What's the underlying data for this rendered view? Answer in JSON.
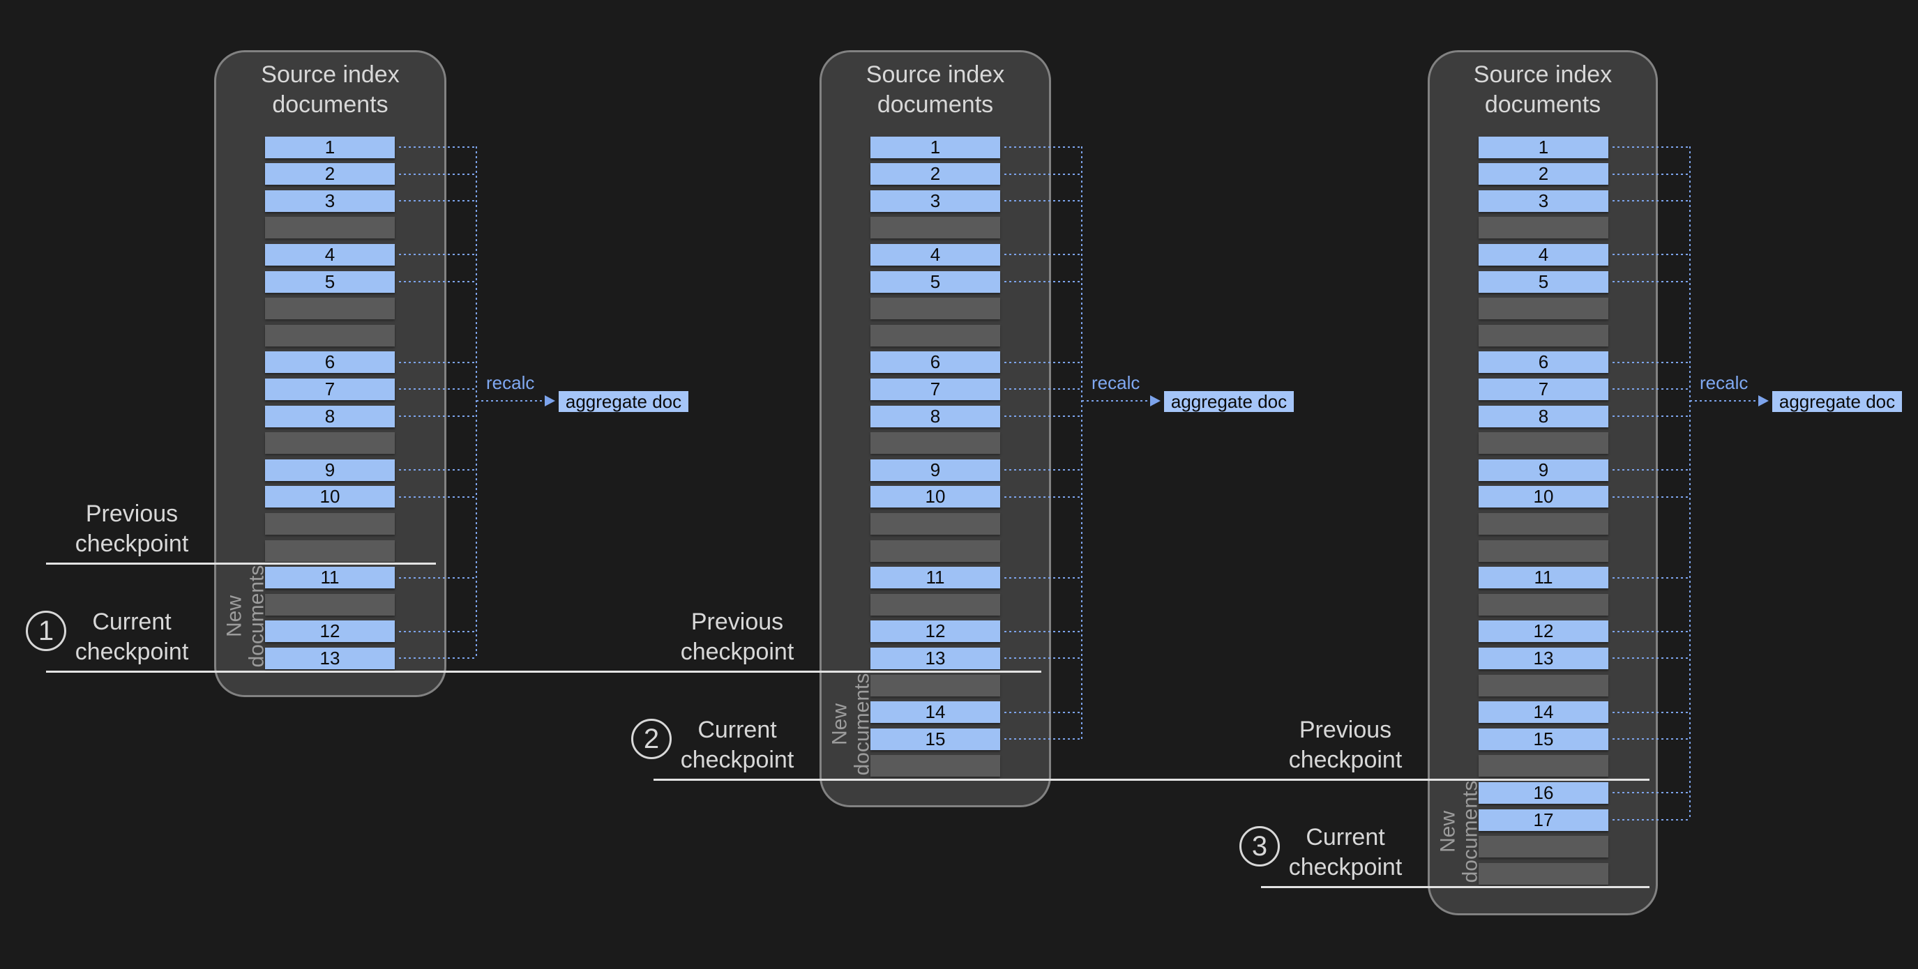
{
  "diagram": {
    "title_line1": "Source index",
    "title_line2": "documents",
    "recalc_label": "recalc",
    "aggregate_doc_label": "aggregate doc",
    "new_documents_line1": "New",
    "new_documents_line2": "documents",
    "previous_checkpoint_line1": "Previous",
    "previous_checkpoint_line2": "checkpoint",
    "current_checkpoint_line1": "Current",
    "current_checkpoint_line2": "checkpoint",
    "colors": {
      "background": "#1b1b1b",
      "panel_fill": "#3d3d3d",
      "panel_border": "#828282",
      "doc_bar_fill": "#9ec1f5",
      "gap_bar_fill": "#5a5a5a",
      "dotted_connector": "#7da4ec",
      "recalc_text": "#80a9f2",
      "aggregate_fill": "#a5c5f8",
      "checkpoint_line": "#e3e3e3",
      "label_text": "#d8d8d8",
      "new_documents_text": "#9c9c9c",
      "bar_text": "#0a0a0a"
    },
    "panels": [
      {
        "step_number": "1",
        "slots": [
          "1",
          "2",
          "3",
          "",
          "4",
          "5",
          "",
          "",
          "6",
          "7",
          "8",
          "",
          "9",
          "10",
          "",
          "",
          "11",
          "",
          "12",
          "13"
        ],
        "new_documents_start_slot": 16
      },
      {
        "step_number": "2",
        "slots": [
          "1",
          "2",
          "3",
          "",
          "4",
          "5",
          "",
          "",
          "6",
          "7",
          "8",
          "",
          "9",
          "10",
          "",
          "",
          "11",
          "",
          "12",
          "13",
          "",
          "14",
          "15",
          ""
        ],
        "new_documents_start_slot": 20
      },
      {
        "step_number": "3",
        "slots": [
          "1",
          "2",
          "3",
          "",
          "4",
          "5",
          "",
          "",
          "6",
          "7",
          "8",
          "",
          "9",
          "10",
          "",
          "",
          "11",
          "",
          "12",
          "13",
          "",
          "14",
          "15",
          "",
          "16",
          "17",
          "",
          ""
        ],
        "new_documents_start_slot": 24
      }
    ]
  }
}
